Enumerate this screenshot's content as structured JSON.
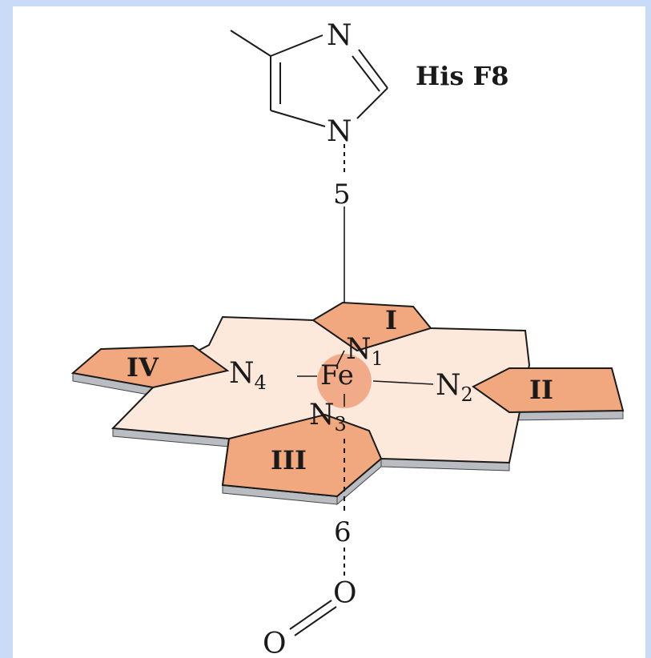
{
  "colors": {
    "background_border": "#c9dbf7",
    "panel": "#ffffff",
    "porphyrin_plane": "#fde9dc",
    "pyrrole_ring": "#f2a87f",
    "edge_shadow": "#b9bcc0",
    "iron_glow": "#f0a07a",
    "ink": "#1a1a1a"
  },
  "labels": {
    "histidine": "His F8",
    "imidazole_n_top": "N",
    "imidazole_n_bottom": "N",
    "bond_5": "5",
    "bond_6": "6",
    "iron": "Fe",
    "n1_base": "N",
    "n1_sub": "1",
    "n2_base": "N",
    "n2_sub": "2",
    "n3_base": "N",
    "n3_sub": "3",
    "n4_base": "N",
    "n4_sub": "4",
    "ring_1": "I",
    "ring_2": "II",
    "ring_3": "III",
    "ring_4": "IV",
    "oxygen_1": "O",
    "oxygen_2": "O"
  }
}
